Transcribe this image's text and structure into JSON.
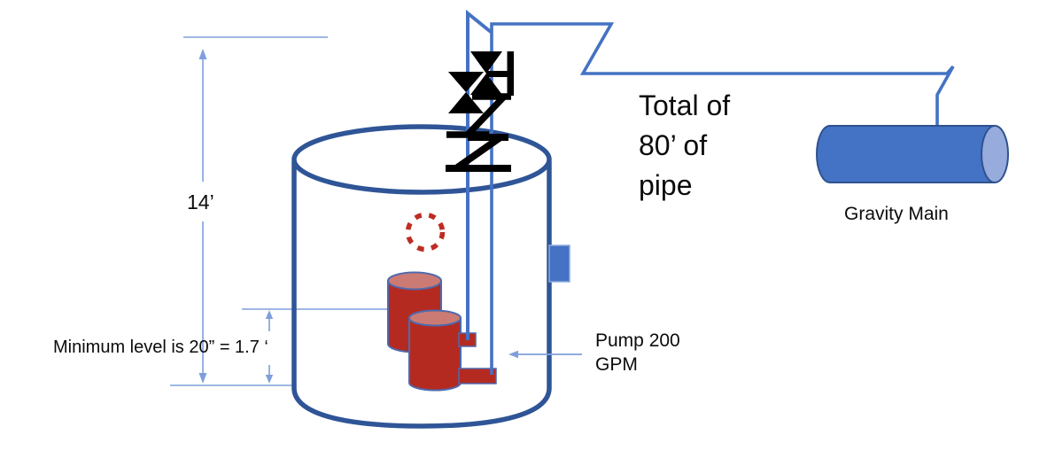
{
  "labels": {
    "tank_height": "14’",
    "minimum_level": "Minimum level is 20” = 1.7 ‘",
    "total_pipe_lines": [
      "Total of",
      "80’ of",
      "pipe"
    ],
    "pump_lines": [
      "Pump 200",
      "GPM"
    ],
    "gravity_main": "Gravity Main"
  },
  "colors": {
    "tank_outline": "#2F5597",
    "pipe_blue": "#4472C4",
    "dimension_line_blue": "#7F9FDB",
    "pump_body_red": "#B42A21",
    "pump_top_red": "#CC7B74",
    "pump_outline_blue": "#4F69AE",
    "dashed_circle_red": "#BE2C23",
    "valve_black": "#000000",
    "gravity_main_body": "#4472C4",
    "gravity_main_cap": "#97ABDC",
    "gravity_main_outline": "#2F528F",
    "text_black": "#0b0b0b"
  }
}
